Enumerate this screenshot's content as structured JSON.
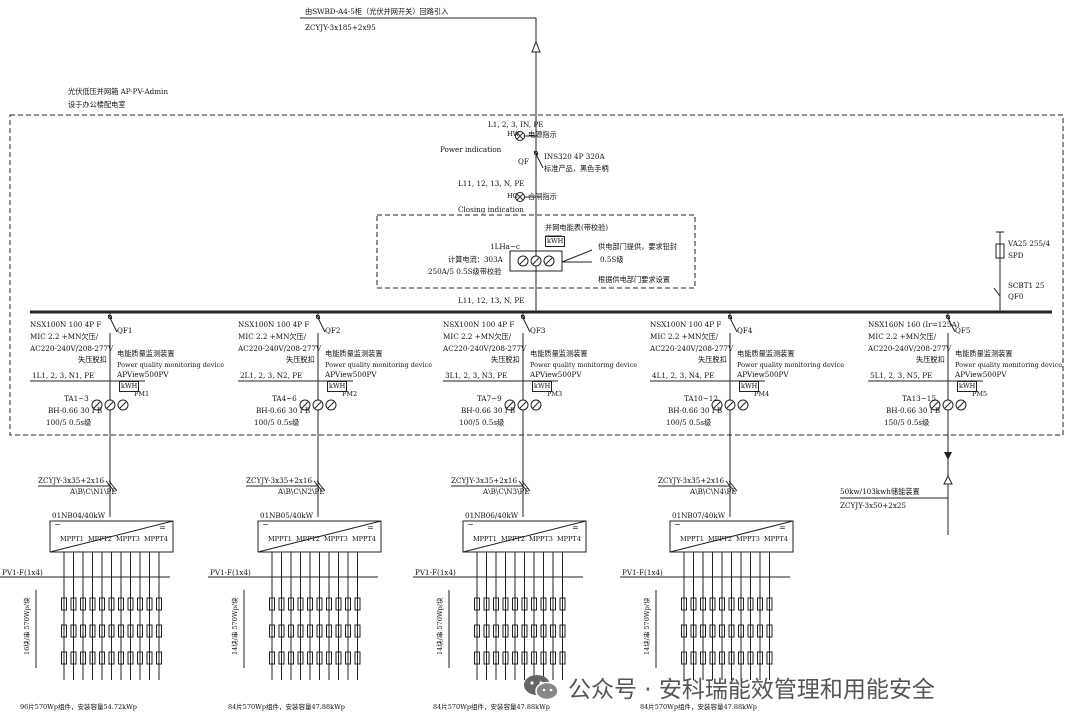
{
  "header": {
    "source_line1": "由SWBD-A4-5柜（光伏并网开关）回路引入",
    "source_line2": "ZCYJY-3x185+2x95",
    "cabinet_line1": "光伏低压并网箱 AP-PV-Admin",
    "cabinet_line2": "设于办公楼配电室"
  },
  "incoming": {
    "phase_top": "L1, 2, 3, IN, PE",
    "hw_tag": "HW",
    "power_ind_cn": "电源指示",
    "power_ind_en": "Power indication",
    "qf_tag": "QF",
    "qf_spec1": "INS320 4P 320A",
    "qf_spec2": "标准产品，黑色手柄",
    "phase_mid": "L11, 12, 13, N, PE",
    "hg_tag": "HG",
    "closing_cn": "合闸指示",
    "closing_en": "Closing indication",
    "meter_title": "并网电能表(带校验)",
    "meter_box": "kWH",
    "meter_note1": "供电部门提供，要求铅封",
    "meter_note2": "0.5S级",
    "meter_note3": "根据供电部门要求设置",
    "ct_label": "1LHa~c",
    "ct_calc": "计算电流：303A",
    "ct_spec": "250A/5 0.5S级带校验",
    "phase_bus": "L11, 12, 13, N, PE"
  },
  "spd": {
    "spd_spec": "VA25 255/4",
    "spd_tag": "SPD",
    "qf0_spec": "SCBT1 25",
    "qf0_tag": "QF0"
  },
  "feeders": [
    {
      "breaker1": "NSX100N 100 4P F",
      "breaker2": "MIC 2.2 +MN欠压/",
      "breaker3": "AC220-240V/208-277V",
      "breaker4": "失压脱扣",
      "qf": "QF1",
      "pq_cn": "电能质量监测装置",
      "pq_en": "Power quality monitoring device",
      "pq_model": "APView500PV",
      "phase": "1L1, 2, 3, N1, PE",
      "meter_box": "kWH",
      "ct": "TA1~3",
      "pm": "PM1",
      "ct_spec1": "BH-0.66 30 I B",
      "ct_spec2": "100/5 0.5s级",
      "cable1": "ZCYJY-3x35+2x16",
      "cable2": "A\\B\\C\\N1\\PE",
      "inverter": "01NB04/40kW",
      "pv_cable": "PV1-F(1x4)",
      "string_note": "16块/串 570Wp/块",
      "bottom": "96片570Wp组件，安装容量54.72kWp"
    },
    {
      "breaker1": "NSX100N 100 4P F",
      "breaker2": "MIC 2.2 +MN欠压/",
      "breaker3": "AC220-240V/208-277V",
      "breaker4": "失压脱扣",
      "qf": "QF2",
      "pq_cn": "电能质量监测装置",
      "pq_en": "Power quality monitoring device",
      "pq_model": "APView500PV",
      "phase": "2L1, 2, 3, N2, PE",
      "meter_box": "kWH",
      "ct": "TA4~6",
      "pm": "PM2",
      "ct_spec1": "BH-0.66 30 I B",
      "ct_spec2": "100/5 0.5s级",
      "cable1": "ZCYJY-3x35+2x16",
      "cable2": "A\\B\\C\\N2\\PE",
      "inverter": "01NB05/40kW",
      "pv_cable": "PV1-F(1x4)",
      "string_note": "14块/串 570Wp/块",
      "bottom": "84片570Wp组件，安装容量47.88kWp"
    },
    {
      "breaker1": "NSX100N 100 4P F",
      "breaker2": "MIC 2.2 +MN欠压/",
      "breaker3": "AC220-240V/208-277V",
      "breaker4": "失压脱扣",
      "qf": "QF3",
      "pq_cn": "电能质量监测装置",
      "pq_en": "Power quality monitoring device",
      "pq_model": "APView500PV",
      "phase": "3L1, 2, 3, N3, PE",
      "meter_box": "kWH",
      "ct": "TA7~9",
      "pm": "PM3",
      "ct_spec1": "BH-0.66 30 I B",
      "ct_spec2": "100/5 0.5s级",
      "cable1": "ZCYJY-3x35+2x16",
      "cable2": "A\\B\\C\\N3\\PE",
      "inverter": "01NB06/40kW",
      "pv_cable": "PV1-F(1x4)",
      "string_note": "14块/串 570Wp/块",
      "bottom": "84片570Wp组件，安装容量47.88kWp"
    },
    {
      "breaker1": "NSX100N 100 4P F",
      "breaker2": "MIC 2.2 +MN欠压/",
      "breaker3": "AC220-240V/208-277V",
      "breaker4": "失压脱扣",
      "qf": "QF4",
      "pq_cn": "电能质量监测装置",
      "pq_en": "Power quality monitoring device",
      "pq_model": "APView500PV",
      "phase": "4L1, 2, 3, N4, PE",
      "meter_box": "kWH",
      "ct": "TA10~12",
      "pm": "PM4",
      "ct_spec1": "BH-0.66 30 I B",
      "ct_spec2": "100/5 0.5s级",
      "cable1": "ZCYJY-3x35+2x16",
      "cable2": "A\\B\\C\\N4\\PE",
      "inverter": "01NB07/40kW",
      "pv_cable": "PV1-F(1x4)",
      "string_note": "14块/串 570Wp/块",
      "bottom": "84片570Wp组件，安装容量47.88kWp"
    }
  ],
  "storage": {
    "breaker1": "NSX160N 160 (Ir=125A)",
    "breaker2": "MIC 2.2 +MN欠压/",
    "breaker3": "AC220-240V/208-277V",
    "breaker4": "失压脱扣",
    "qf": "QF5",
    "pq_cn": "电能质量监测装置",
    "pq_en": "Power quality monitoring device",
    "pq_model": "APView500PV",
    "phase": "5L1, 2, 3, N5, PE",
    "meter_box": "kWH",
    "ct": "TA13~15",
    "pm": "PM5",
    "ct_spec1": "BH-0.66 30 I B",
    "ct_spec2": "150/5 0.5s级",
    "device": "50kw/103kwh储能装置",
    "cable": "ZCYJY-3x50+2x25"
  },
  "inverter_labels": {
    "mppt1": "MPPT1",
    "mppt2": "MPPT2",
    "mppt3": "MPPT3",
    "mppt4": "MPPT4",
    "ac_symbol": "~",
    "dc_symbol": "="
  },
  "watermark": "公众号 · 安科瑞能效管理和用能安全"
}
